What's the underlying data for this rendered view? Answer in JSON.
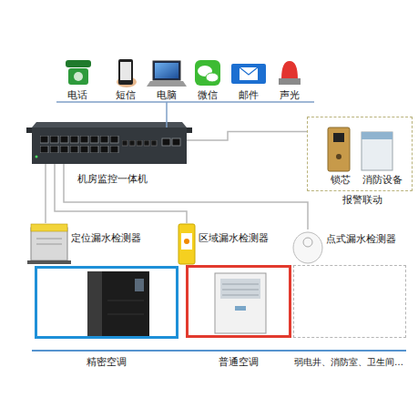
{
  "diagram": {
    "nodes": [
      {
        "text": [
          "电话"
        ]
      },
      {
        "text": [
          "短信"
        ]
      },
      {
        "text": [
          "电脑"
        ]
      },
      {
        "text": [
          "微信"
        ]
      },
      {
        "text": [
          "邮件"
        ]
      },
      {
        "text": [
          "声光"
        ]
      },
      {
        "text": [
          "机房监控一体机"
        ]
      },
      {
        "text": [
          "报警联动"
        ]
      },
      {
        "text": [
          "锁芯"
        ],
        "in": 7
      },
      {
        "text": [
          "消防设备"
        ],
        "in": 7
      },
      {
        "text": [
          "定位漏水检测器"
        ]
      },
      {
        "text": [
          "区域漏水检测器"
        ]
      },
      {
        "text": [
          "点式漏水检测器"
        ]
      },
      {
        "text": [
          "精密空调"
        ]
      },
      {
        "text": [
          "普通空调"
        ]
      },
      {
        "text": [
          "弱电井、消防室、卫生间…"
        ]
      }
    ],
    "edges": [
      {
        "from": 2,
        "to": 6,
        "arrow": "none"
      },
      {
        "from": 6,
        "to": 7,
        "arrow": "none"
      },
      {
        "from": 6,
        "to": 10,
        "arrow": "none"
      },
      {
        "from": 6,
        "to": 11,
        "arrow": "none"
      },
      {
        "from": 6,
        "to": 12,
        "arrow": "none"
      }
    ]
  }
}
